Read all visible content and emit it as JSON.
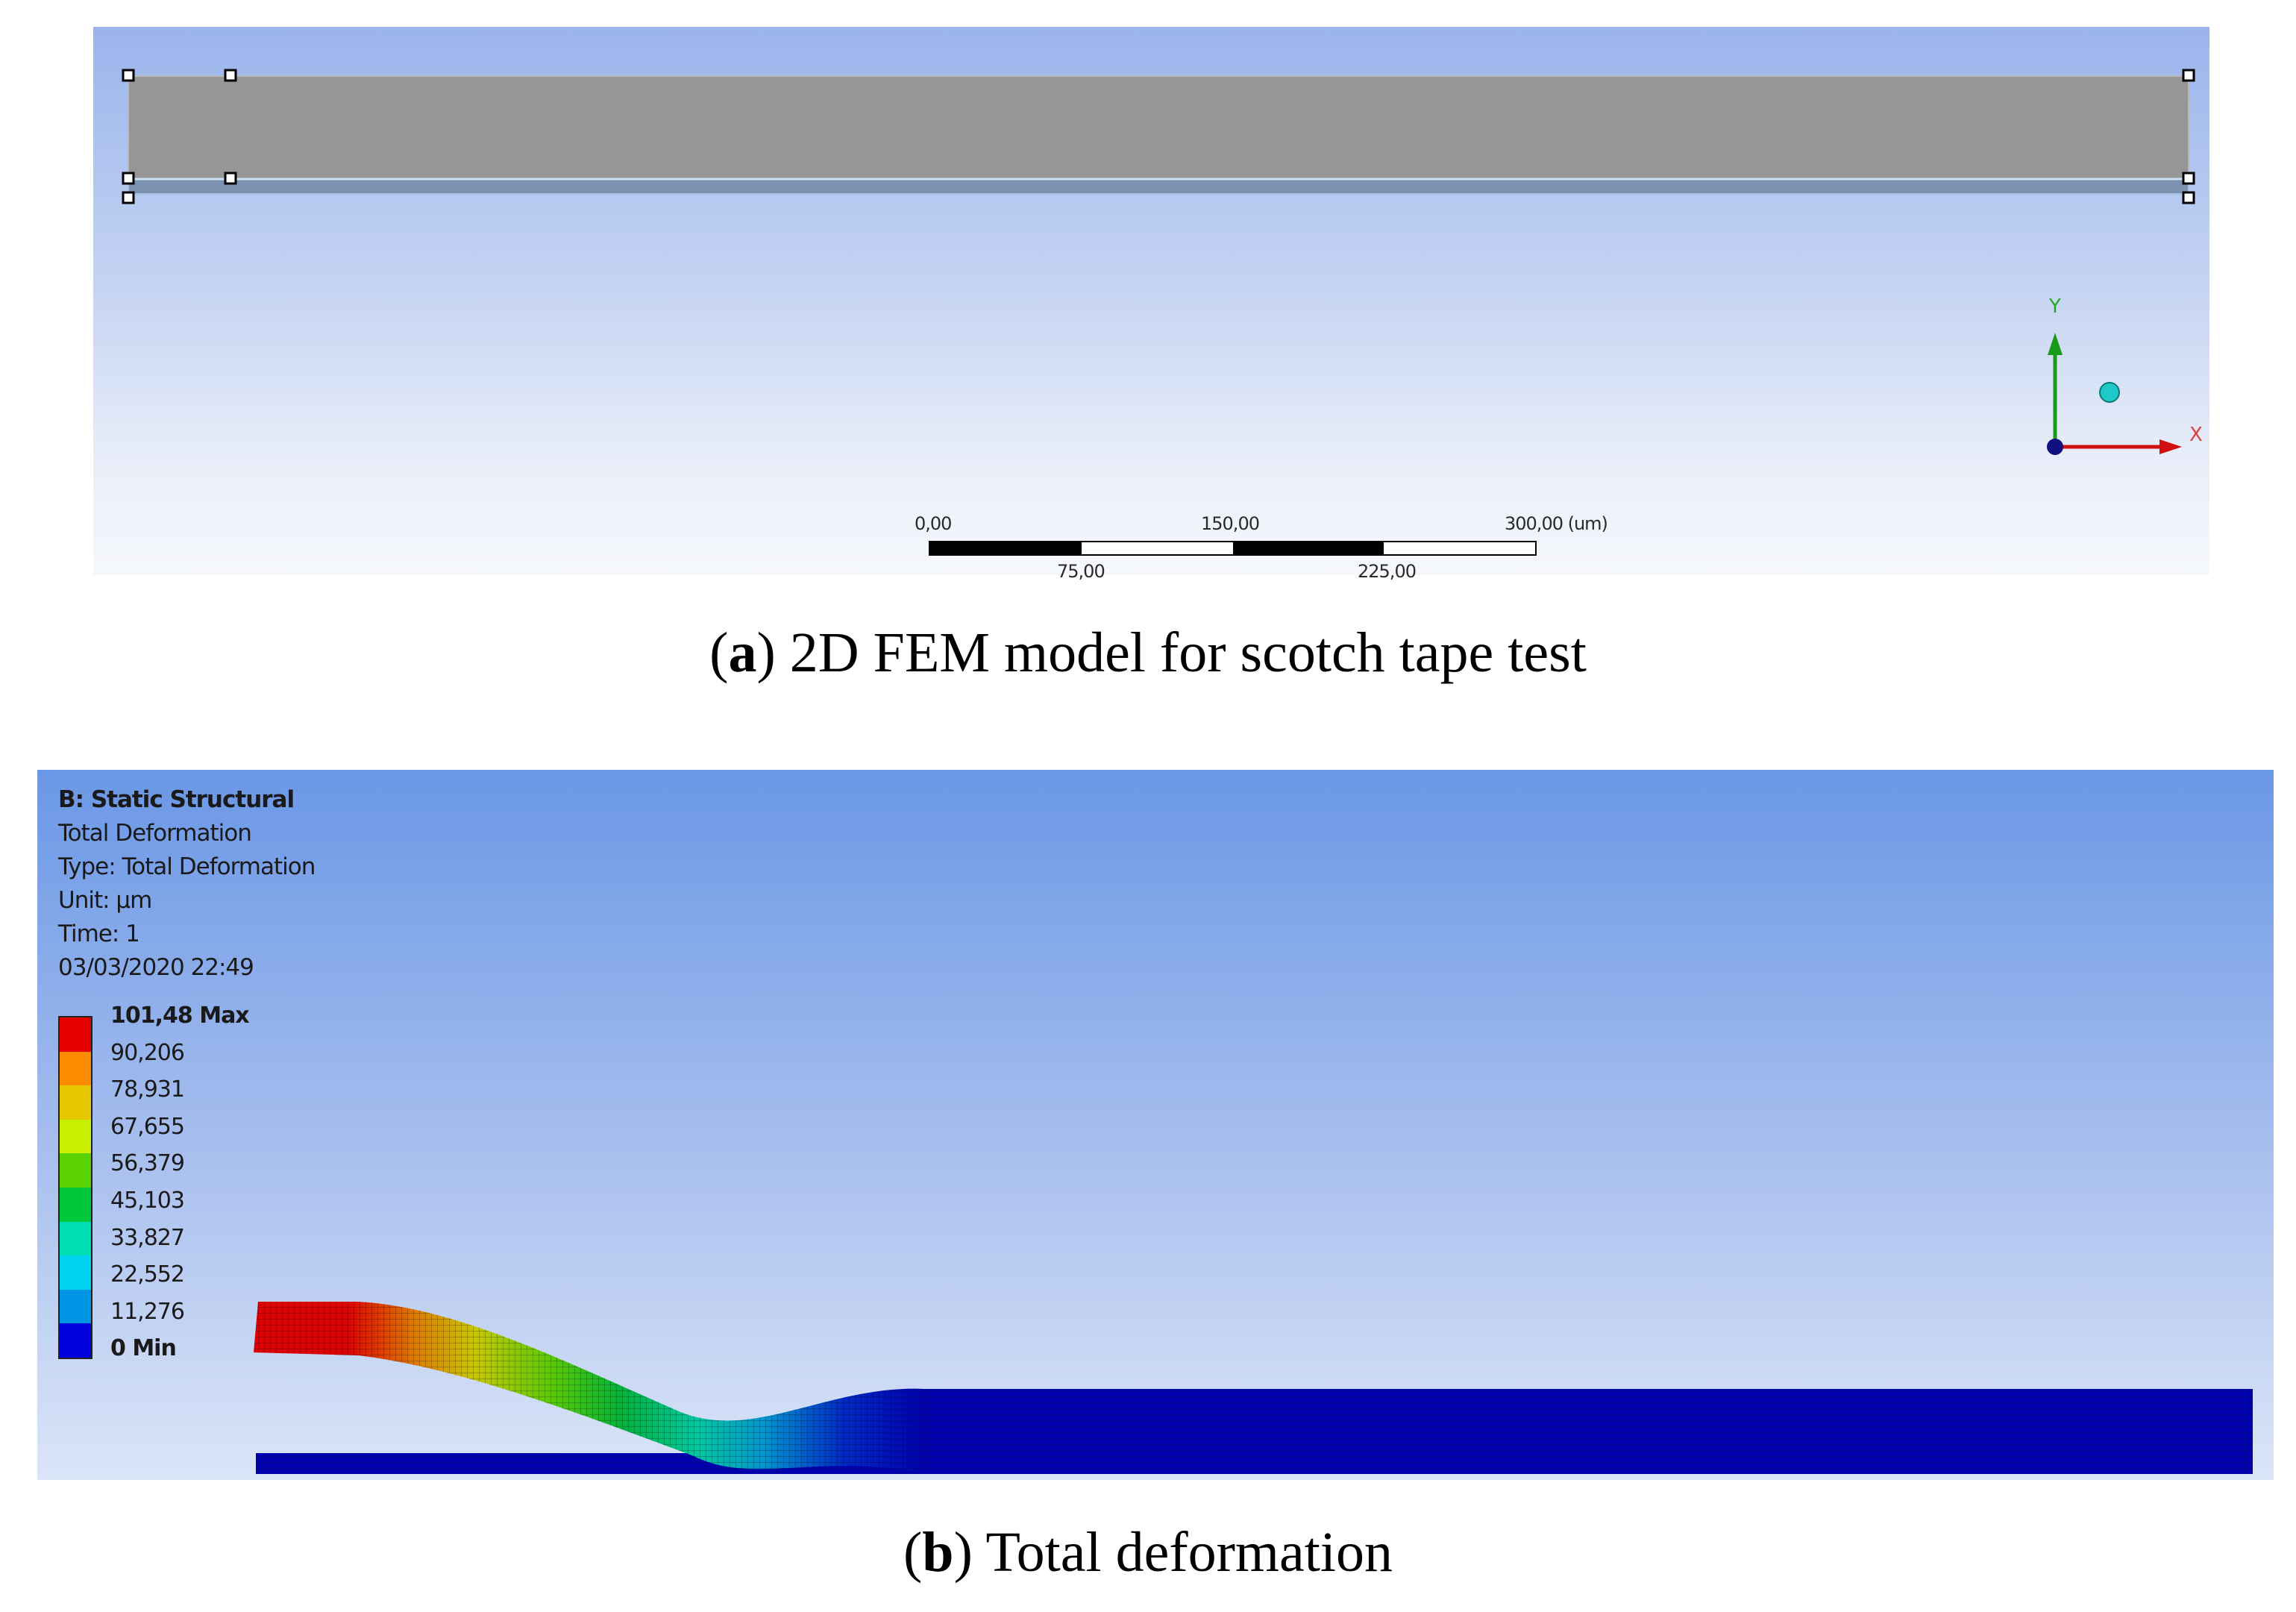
{
  "panel_a": {
    "caption_tag": "a",
    "caption_text": "2D FEM model for scotch tape test",
    "scale_bar": {
      "top_labels": [
        "0,00",
        "150,00",
        "300,00 (um)"
      ],
      "bottom_labels": [
        "75,00",
        "225,00"
      ]
    },
    "triad": {
      "y_label": "Y",
      "x_label": "X"
    }
  },
  "panel_b": {
    "caption_tag": "b",
    "caption_text": "Total deformation",
    "info": {
      "title": "B: Static Structural",
      "result": "Total Deformation",
      "type": "Type: Total Deformation",
      "unit": "Unit: μm",
      "time": "Time: 1",
      "date": "03/03/2020 22:49"
    },
    "legend": {
      "values": [
        "101,48 Max",
        "90,206",
        "78,931",
        "67,655",
        "56,379",
        "45,103",
        "33,827",
        "22,552",
        "11,276",
        "0 Min"
      ],
      "colors": [
        "#e60000",
        "#ff8c00",
        "#e6c800",
        "#c8f000",
        "#5ad200",
        "#00c83c",
        "#00dcb4",
        "#00d2f0",
        "#0096e6",
        "#0000dc"
      ]
    }
  }
}
